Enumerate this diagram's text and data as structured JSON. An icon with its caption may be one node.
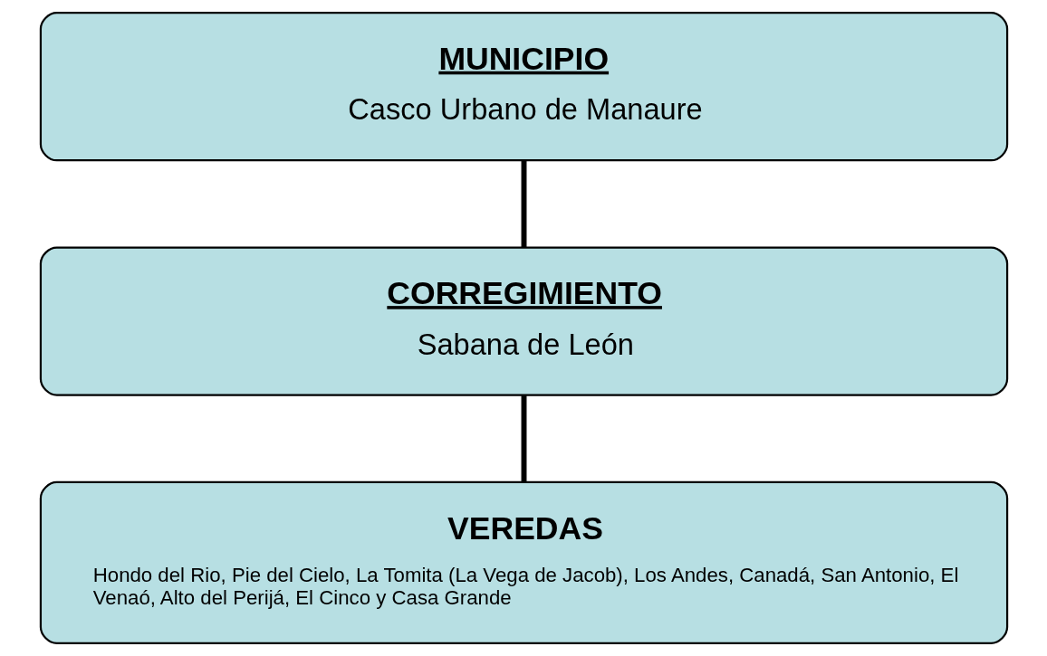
{
  "diagram": {
    "nodes": [
      {
        "text": [
          "MUNICIPIO",
          "Casco Urbano de Manaure"
        ]
      },
      {
        "text": [
          "CORREGIMIENTO",
          "Sabana de León"
        ]
      },
      {
        "text": [
          "VEREDAS",
          "Hondo del Rio, Pie del Cielo, La Tomita (La Vega de Jacob), Los Andes, Canadá, San Antonio, El Venaó, Alto del Perijá, El Cinco y Casa Grande"
        ]
      }
    ],
    "edges": [
      {
        "from": 0,
        "to": 1,
        "arrow": "none"
      },
      {
        "from": 1,
        "to": 2,
        "arrow": "none"
      }
    ]
  }
}
